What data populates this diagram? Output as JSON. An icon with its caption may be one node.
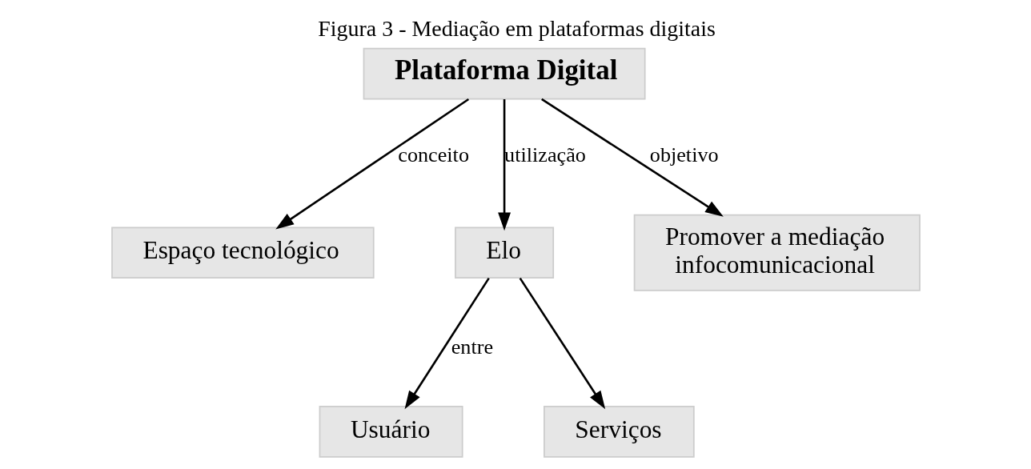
{
  "diagram": {
    "title": "Figura 3 - Mediação em plataformas digitais",
    "nodes": [
      {
        "text": [
          "Plataforma Digital"
        ]
      },
      {
        "text": [
          "Espaço tecnológico"
        ]
      },
      {
        "text": [
          "Elo"
        ]
      },
      {
        "text": [
          "Promover a mediação infocomunicacional"
        ]
      },
      {
        "text": [
          "Usuário"
        ]
      },
      {
        "text": [
          "Serviços"
        ]
      }
    ],
    "edges": [
      {
        "from": 0,
        "to": 1,
        "arrow": "to",
        "label": "conceito"
      },
      {
        "from": 0,
        "to": 2,
        "arrow": "to",
        "label": "utilização"
      },
      {
        "from": 0,
        "to": 3,
        "arrow": "to",
        "label": "objetivo"
      },
      {
        "from": 2,
        "to": 4,
        "arrow": "to",
        "label": "entre"
      },
      {
        "from": 2,
        "to": 5,
        "arrow": "to"
      }
    ]
  }
}
